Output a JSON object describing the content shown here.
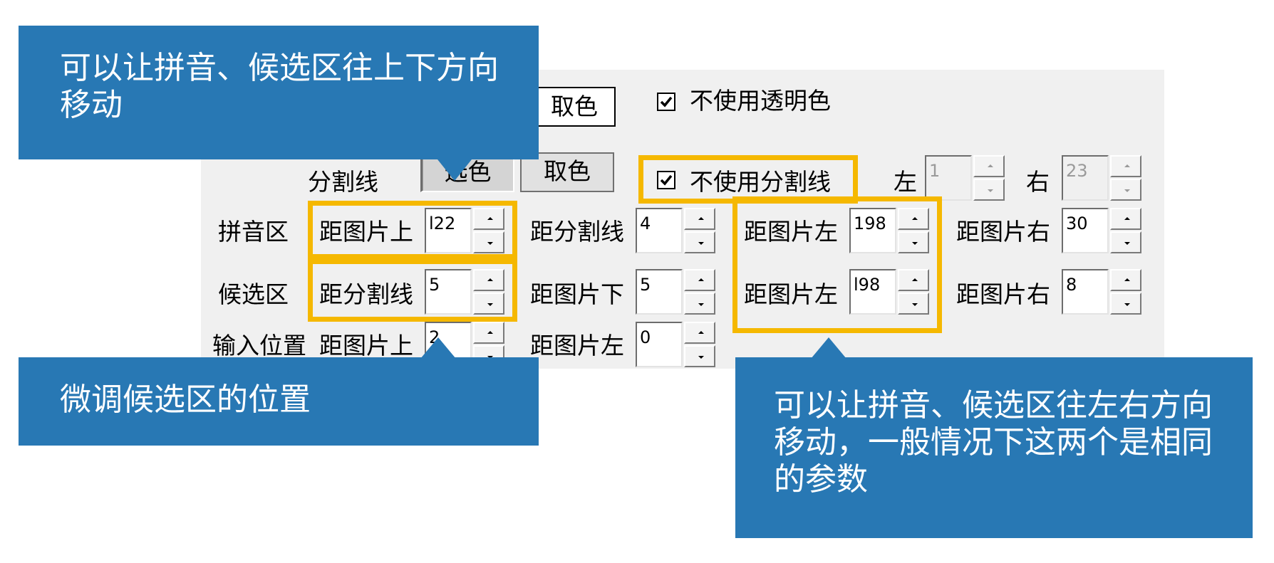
{
  "panel": {
    "get_color_label": "取色",
    "no_transparent_label": "不使用透明色",
    "no_transparent_checked": true,
    "divider_label": "分割线",
    "pick_color_label": "选色",
    "get_color_label_2": "取色",
    "no_divider_label": "不使用分割线",
    "no_divider_checked": true,
    "left_label": "左",
    "left_value": "1",
    "right_label": "右",
    "right_value": "23",
    "pinyin": {
      "row_label": "拼音区",
      "top_label": "距图片上",
      "top_value": "l22",
      "divider_label": "距分割线",
      "divider_value": "4",
      "left_label": "距图片左",
      "left_value": "198",
      "right_label": "距图片右",
      "right_value": "30"
    },
    "candidate": {
      "row_label": "候选区",
      "divider_label": "距分割线",
      "divider_value": "5",
      "bottom_label": "距图片下",
      "bottom_value": "5",
      "left_label": "距图片左",
      "left_value": "l98",
      "right_label": "距图片右",
      "right_value": "8"
    },
    "input_pos": {
      "row_label": "输入位置",
      "top_label": "距图片上",
      "top_value": "2",
      "left_label": "距图片左",
      "left_value": "0"
    }
  },
  "callouts": {
    "vertical_move": "可以让拼音、候选区往上下方向移动",
    "fine_tune": "微调候选区的位置",
    "horizontal_move": "可以让拼音、候选区往左右方向移动，一般情况下这两个是相同的参数"
  },
  "colors": {
    "callout_bg": "#2878b4",
    "highlight": "#f5b800",
    "panel_bg": "#f0f0f0"
  }
}
